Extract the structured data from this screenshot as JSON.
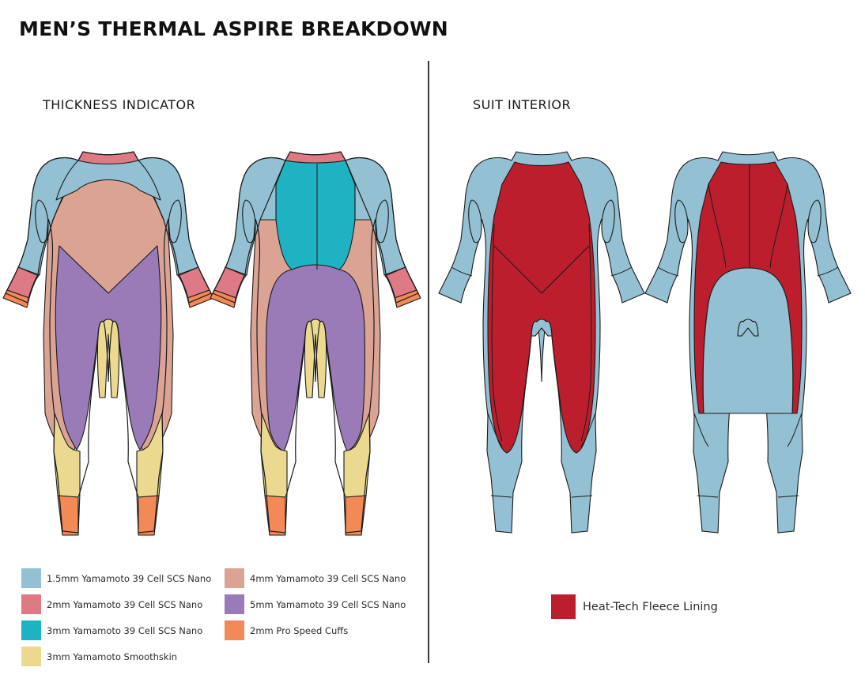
{
  "title": "MEN’S THERMAL ASPIRE BREAKDOWN",
  "sections": {
    "thickness": "THICKNESS INDICATOR",
    "interior": "SUIT INTERIOR"
  },
  "colors": {
    "c15": "#94c0d3",
    "c2": "#dd7a85",
    "c3": "#1fb2c3",
    "c3s": "#ebd990",
    "c4": "#dba394",
    "c5": "#9a7ab7",
    "cuff": "#f28957",
    "fleece": "#bd1e2d",
    "outline": "#1a1a1a"
  },
  "legend": {
    "thickness": [
      {
        "label": "1.5mm Yamamoto 39 Cell SCS Nano",
        "color_key": "c15"
      },
      {
        "label": "2mm Yamamoto 39 Cell SCS Nano",
        "color_key": "c2"
      },
      {
        "label": "3mm Yamamoto 39 Cell SCS Nano",
        "color_key": "c3"
      },
      {
        "label": "3mm Yamamoto Smoothskin",
        "color_key": "c3s"
      },
      {
        "label": "4mm Yamamoto 39 Cell SCS Nano",
        "color_key": "c4"
      },
      {
        "label": "5mm Yamamoto 39 Cell SCS Nano",
        "color_key": "c5"
      },
      {
        "label": "2mm Pro Speed Cuffs",
        "color_key": "cuff"
      }
    ],
    "interior": [
      {
        "label": "Heat-Tech Fleece Lining",
        "color_key": "fleece"
      }
    ]
  }
}
